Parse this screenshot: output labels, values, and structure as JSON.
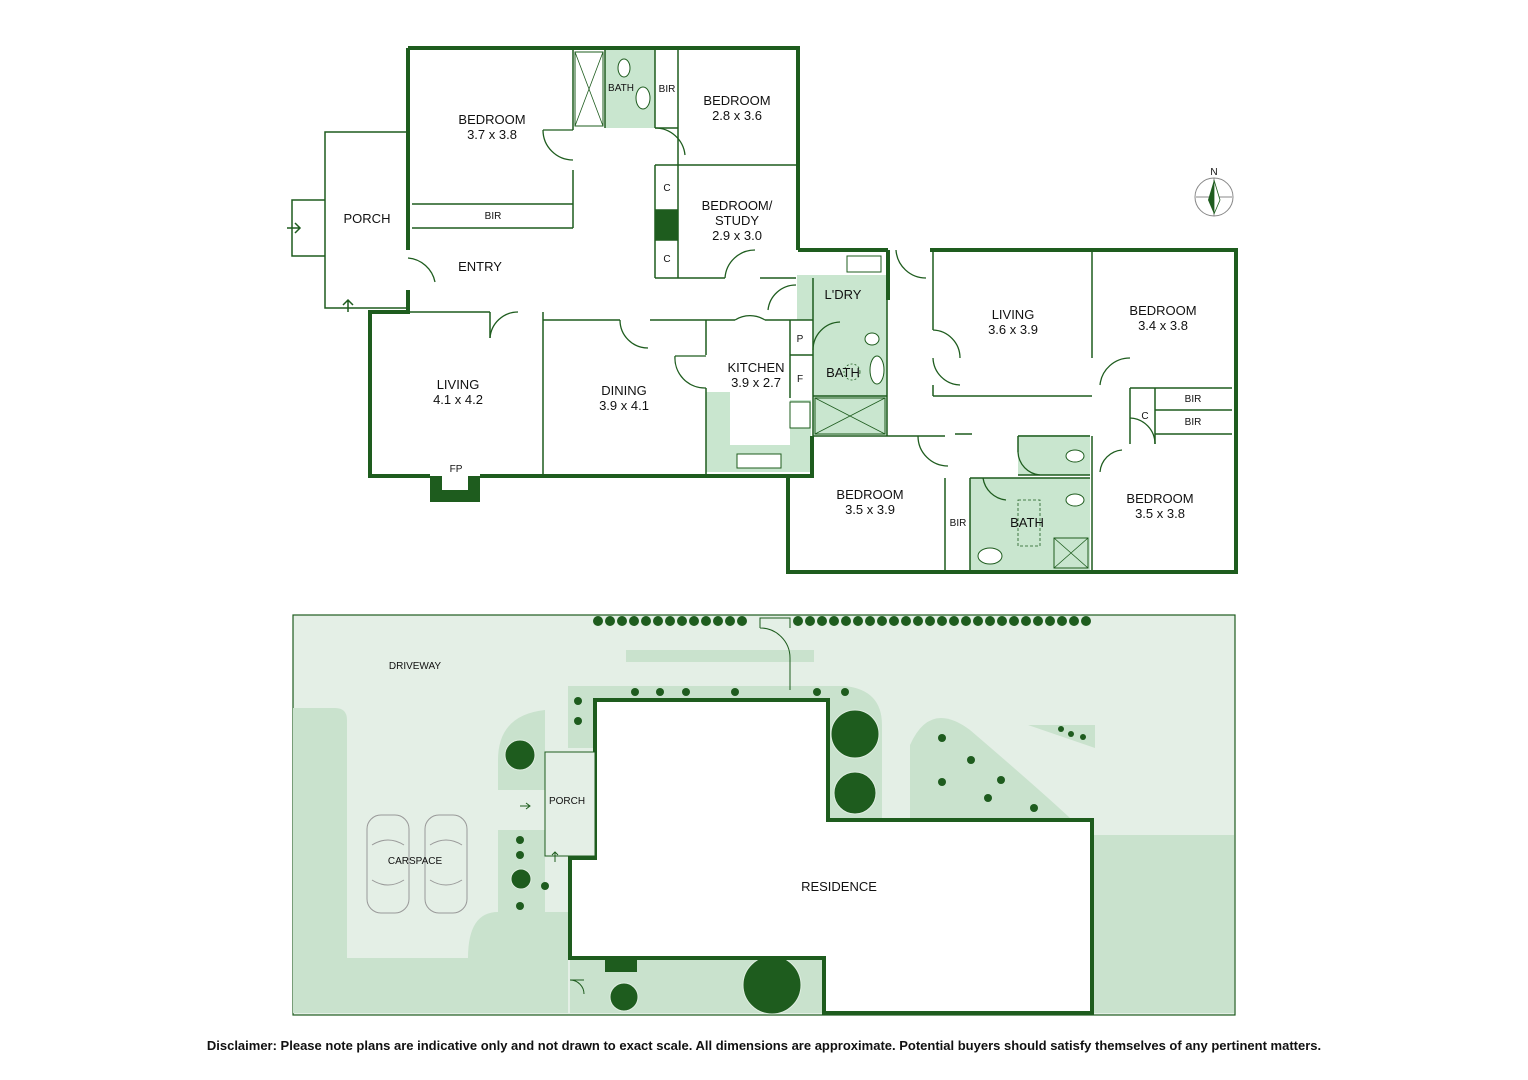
{
  "floor_plan": {
    "rooms": [
      {
        "id": "bedroom-1",
        "name": "BEDROOM",
        "size": "3.7 x 3.8"
      },
      {
        "id": "bath-1",
        "name": "BATH",
        "size": ""
      },
      {
        "id": "bir-1",
        "name": "BIR",
        "size": ""
      },
      {
        "id": "bedroom-2",
        "name": "BEDROOM",
        "size": "2.8 x 3.6"
      },
      {
        "id": "porch",
        "name": "PORCH",
        "size": ""
      },
      {
        "id": "bir-2",
        "name": "BIR",
        "size": ""
      },
      {
        "id": "entry",
        "name": "ENTRY",
        "size": ""
      },
      {
        "id": "study",
        "name": "BEDROOM/",
        "name2": "STUDY",
        "size": "2.9 x 3.0"
      },
      {
        "id": "laundry",
        "name": "L'DRY",
        "size": ""
      },
      {
        "id": "living-1",
        "name": "LIVING",
        "size": "4.1 x 4.2"
      },
      {
        "id": "dining",
        "name": "DINING",
        "size": "3.9 x 4.1"
      },
      {
        "id": "kitchen",
        "name": "KITCHEN",
        "size": "3.9 x 2.7"
      },
      {
        "id": "bath-2",
        "name": "BATH",
        "size": ""
      },
      {
        "id": "living-2",
        "name": "LIVING",
        "size": "3.6 x 3.9"
      },
      {
        "id": "bedroom-3",
        "name": "BEDROOM",
        "size": "3.4 x 3.8"
      },
      {
        "id": "bedroom-4",
        "name": "BEDROOM",
        "size": "3.5 x 3.9"
      },
      {
        "id": "bath-3",
        "name": "BATH",
        "size": ""
      },
      {
        "id": "bedroom-5",
        "name": "BEDROOM",
        "size": "3.5 x 3.8"
      }
    ],
    "small_labels": {
      "c1": "C",
      "c2": "C",
      "c3": "C",
      "p": "P",
      "f": "F",
      "fp": "FP",
      "bir3": "BIR",
      "bir4": "BIR",
      "bir5": "BIR"
    },
    "compass": "N"
  },
  "site_plan": {
    "labels": {
      "driveway": "DRIVEWAY",
      "porch": "PORCH",
      "carspace": "CARSPACE",
      "residence": "RESIDENCE"
    }
  },
  "disclaimer": "Disclaimer: Please note plans are indicative only and not drawn to exact scale. All dimensions are approximate. Potential buyers should satisfy themselves of any pertinent matters.",
  "colors": {
    "wall": "#1e5c1e",
    "wet_area": "#c9e6cf",
    "site_fill": "#e4efe6",
    "lawn": "#c9e2cd"
  }
}
